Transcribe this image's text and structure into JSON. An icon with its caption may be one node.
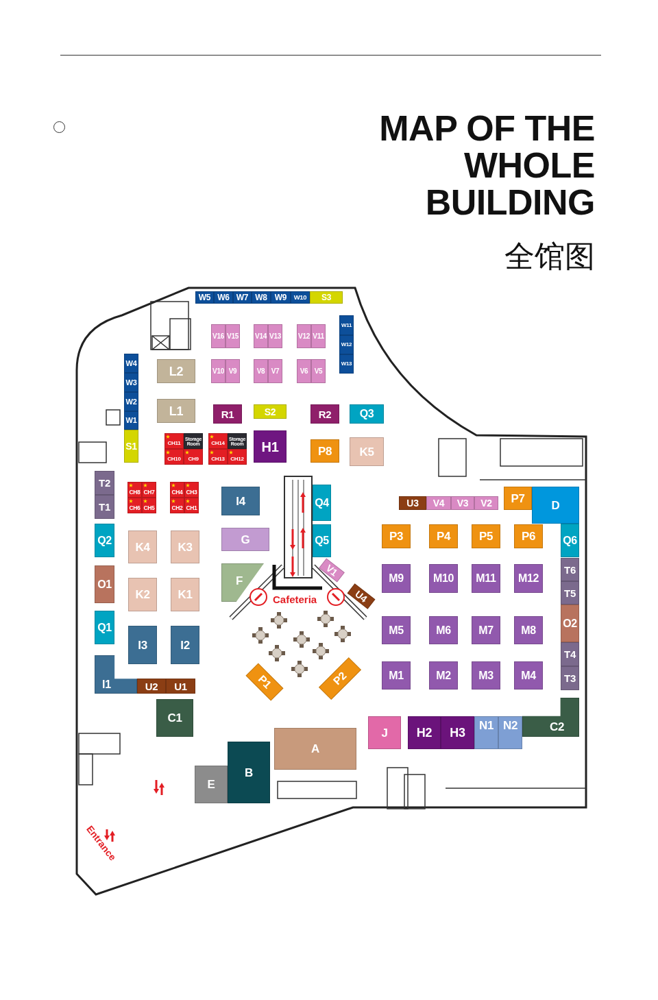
{
  "diagram": {
    "title": "MAP OF THE WHOLE BUILDING",
    "nodes": [
      {
        "text": [
          "W5"
        ]
      },
      {
        "text": [
          "W6"
        ]
      },
      {
        "text": [
          "W7"
        ]
      },
      {
        "text": [
          "W8"
        ]
      },
      {
        "text": [
          "W9"
        ]
      },
      {
        "text": [
          "W10"
        ]
      },
      {
        "text": [
          "S3"
        ]
      },
      {
        "text": [
          "V16"
        ]
      },
      {
        "text": [
          "V15"
        ]
      },
      {
        "text": [
          "V14"
        ]
      },
      {
        "text": [
          "V13"
        ]
      },
      {
        "text": [
          "V12"
        ]
      },
      {
        "text": [
          "V11"
        ]
      },
      {
        "text": [
          "W11"
        ]
      },
      {
        "text": [
          "W12"
        ]
      },
      {
        "text": [
          "W13"
        ]
      },
      {
        "text": [
          "W4"
        ]
      },
      {
        "text": [
          "L2"
        ]
      },
      {
        "text": [
          "V10"
        ]
      },
      {
        "text": [
          "V9"
        ]
      },
      {
        "text": [
          "V8"
        ]
      },
      {
        "text": [
          "V7"
        ]
      },
      {
        "text": [
          "V6"
        ]
      },
      {
        "text": [
          "V5"
        ]
      },
      {
        "text": [
          "W3"
        ]
      },
      {
        "text": [
          "W2"
        ]
      },
      {
        "text": [
          "L1"
        ]
      },
      {
        "text": [
          "R1"
        ]
      },
      {
        "text": [
          "S2"
        ]
      },
      {
        "text": [
          "R2"
        ]
      },
      {
        "text": [
          "Q3"
        ]
      },
      {
        "text": [
          "W1"
        ]
      },
      {
        "text": [
          "S1"
        ]
      },
      {
        "text": [
          "CH11"
        ]
      },
      {
        "text": [
          "Storage Room"
        ]
      },
      {
        "text": [
          "CH14"
        ]
      },
      {
        "text": [
          "Storage Room"
        ]
      },
      {
        "text": [
          "H1"
        ]
      },
      {
        "text": [
          "P8"
        ]
      },
      {
        "text": [
          "K5"
        ]
      },
      {
        "text": [
          "CH10"
        ]
      },
      {
        "text": [
          "CH9"
        ]
      },
      {
        "text": [
          "CH13"
        ]
      },
      {
        "text": [
          "CH12"
        ]
      },
      {
        "text": [
          "T2"
        ]
      },
      {
        "text": [
          "CH8"
        ]
      },
      {
        "text": [
          "CH7"
        ]
      },
      {
        "text": [
          "CH4"
        ]
      },
      {
        "text": [
          "CH3"
        ]
      },
      {
        "text": [
          "I4"
        ]
      },
      {
        "text": [
          "Q4"
        ]
      },
      {
        "text": [
          "U3"
        ]
      },
      {
        "text": [
          "V4"
        ]
      },
      {
        "text": [
          "V3"
        ]
      },
      {
        "text": [
          "V2"
        ]
      },
      {
        "text": [
          "P7"
        ]
      },
      {
        "text": [
          "D"
        ]
      },
      {
        "text": [
          "T1"
        ]
      },
      {
        "text": [
          "CH6"
        ]
      },
      {
        "text": [
          "CH5"
        ]
      },
      {
        "text": [
          "CH2"
        ]
      },
      {
        "text": [
          "CH1"
        ]
      },
      {
        "text": [
          "Q2"
        ]
      },
      {
        "text": [
          "K4"
        ]
      },
      {
        "text": [
          "K3"
        ]
      },
      {
        "text": [
          "G"
        ]
      },
      {
        "text": [
          "Q5"
        ]
      },
      {
        "text": [
          "P3"
        ]
      },
      {
        "text": [
          "P4"
        ]
      },
      {
        "text": [
          "P5"
        ]
      },
      {
        "text": [
          "P6"
        ]
      },
      {
        "text": [
          "Q6"
        ]
      },
      {
        "text": [
          "F"
        ]
      },
      {
        "text": [
          "O1"
        ]
      },
      {
        "text": [
          "V1"
        ]
      },
      {
        "text": [
          "U4"
        ]
      },
      {
        "text": [
          "M9"
        ]
      },
      {
        "text": [
          "M10"
        ]
      },
      {
        "text": [
          "M11"
        ]
      },
      {
        "text": [
          "M12"
        ]
      },
      {
        "text": [
          "T6"
        ]
      },
      {
        "text": [
          "K2"
        ]
      },
      {
        "text": [
          "K1"
        ]
      },
      {
        "text": [
          "T5"
        ]
      },
      {
        "text": [
          "O2"
        ]
      },
      {
        "text": [
          "Q1"
        ]
      },
      {
        "text": [
          "M5"
        ]
      },
      {
        "text": [
          "M6"
        ]
      },
      {
        "text": [
          "M7"
        ]
      },
      {
        "text": [
          "M8"
        ]
      },
      {
        "text": [
          "I3"
        ]
      },
      {
        "text": [
          "I2"
        ]
      },
      {
        "text": [
          "T4"
        ]
      },
      {
        "text": [
          "M1"
        ]
      },
      {
        "text": [
          "M2"
        ]
      },
      {
        "text": [
          "M3"
        ]
      },
      {
        "text": [
          "M4"
        ]
      },
      {
        "text": [
          "T3"
        ]
      },
      {
        "text": [
          "P1"
        ]
      },
      {
        "text": [
          "P2"
        ]
      },
      {
        "text": [
          "I1"
        ]
      },
      {
        "text": [
          "U2"
        ]
      },
      {
        "text": [
          "U1"
        ]
      },
      {
        "text": [
          "C2"
        ]
      },
      {
        "text": [
          "C1"
        ]
      },
      {
        "text": [
          "J"
        ]
      },
      {
        "text": [
          "H2"
        ]
      },
      {
        "text": [
          "H3"
        ]
      },
      {
        "text": [
          "N1"
        ]
      },
      {
        "text": [
          "N2"
        ]
      },
      {
        "text": [
          "A"
        ]
      },
      {
        "text": [
          "B"
        ]
      },
      {
        "text": [
          "E"
        ]
      }
    ],
    "labels": [
      "全馆图",
      "Cafeteria",
      "Entrance"
    ]
  }
}
